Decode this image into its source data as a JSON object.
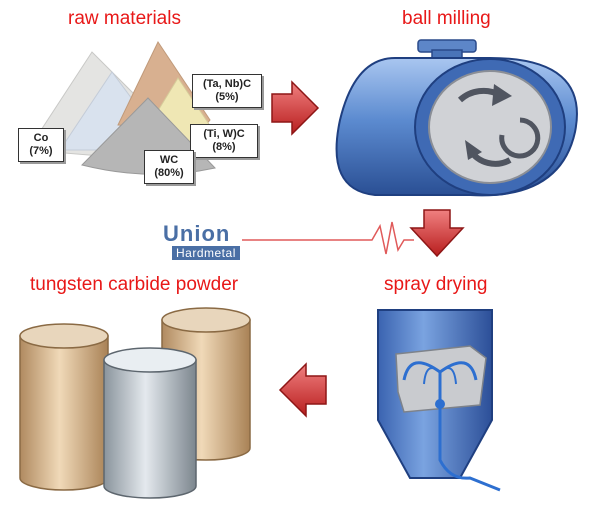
{
  "steps": {
    "raw_materials": "raw materials",
    "ball_milling": "ball milling",
    "spray_drying": "spray drying",
    "powder": "tungsten carbide powder"
  },
  "components": [
    {
      "name": "Co",
      "percent": "(7%)"
    },
    {
      "name": "(Ta, Nb)C",
      "percent": "(5%)"
    },
    {
      "name": "(Ti, W)C",
      "percent": "(8%)"
    },
    {
      "name": "WC",
      "percent": "(80%)"
    }
  ],
  "watermark": {
    "name": "Union",
    "sub": "Hardmetal"
  },
  "colors": {
    "accent": "#e81818",
    "arrow": "#d42a2a",
    "drum": "#4f7fc4",
    "watermark": "#4a6fa5"
  }
}
